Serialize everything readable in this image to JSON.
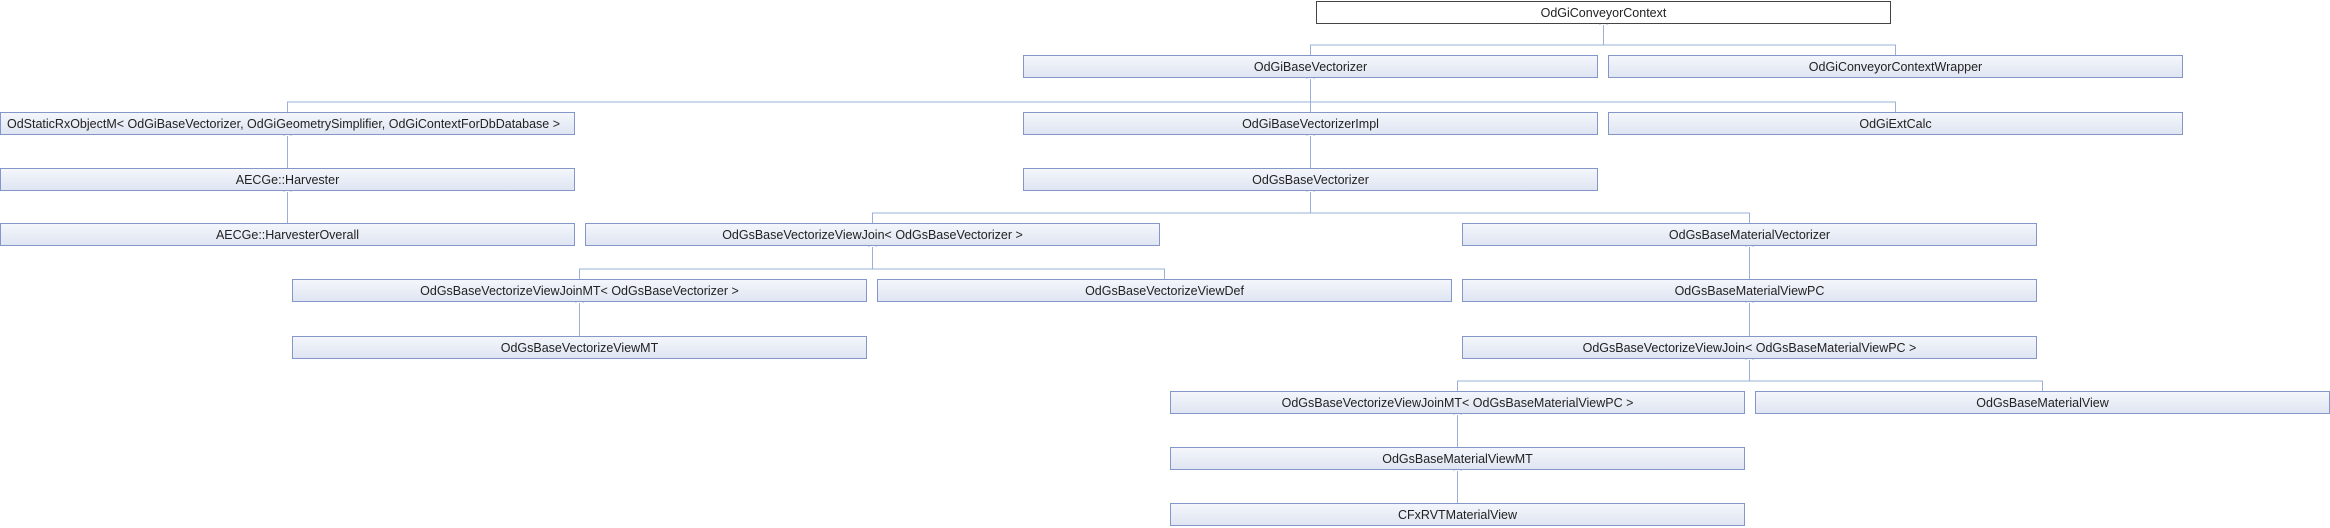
{
  "nodes": [
    {
      "id": "conveyor_context",
      "label": "OdGiConveyorContext"
    },
    {
      "id": "gi_base_vectorizer",
      "label": "OdGiBaseVectorizer"
    },
    {
      "id": "conveyor_context_wrapper",
      "label": "OdGiConveyorContextWrapper"
    },
    {
      "id": "static_rx_object",
      "label": "OdStaticRxObjectM< OdGiBaseVectorizer, OdGiGeometrySimplifier, OdGiContextForDbDatabase >"
    },
    {
      "id": "gi_base_vectorizer_impl",
      "label": "OdGiBaseVectorizerImpl"
    },
    {
      "id": "gi_ext_calc",
      "label": "OdGiExtCalc"
    },
    {
      "id": "harvester",
      "label": "AECGe::Harvester"
    },
    {
      "id": "gs_base_vectorizer",
      "label": "OdGsBaseVectorizer"
    },
    {
      "id": "harvester_overall",
      "label": "AECGe::HarvesterOverall"
    },
    {
      "id": "view_join",
      "label": "OdGsBaseVectorizeViewJoin< OdGsBaseVectorizer >"
    },
    {
      "id": "material_vectorizer",
      "label": "OdGsBaseMaterialVectorizer"
    },
    {
      "id": "view_join_mt",
      "label": "OdGsBaseVectorizeViewJoinMT< OdGsBaseVectorizer >"
    },
    {
      "id": "view_def",
      "label": "OdGsBaseVectorizeViewDef"
    },
    {
      "id": "material_view_pc",
      "label": "OdGsBaseMaterialViewPC"
    },
    {
      "id": "view_mt",
      "label": "OdGsBaseVectorizeViewMT"
    },
    {
      "id": "view_join_material_pc",
      "label": "OdGsBaseVectorizeViewJoin< OdGsBaseMaterialViewPC >"
    },
    {
      "id": "view_join_mt_material_pc",
      "label": "OdGsBaseVectorizeViewJoinMT< OdGsBaseMaterialViewPC >"
    },
    {
      "id": "material_view",
      "label": "OdGsBaseMaterialView"
    },
    {
      "id": "material_view_mt",
      "label": "OdGsBaseMaterialViewMT"
    },
    {
      "id": "cfx_rvt_material_view",
      "label": "CFxRVTMaterialView"
    }
  ],
  "edges": [
    [
      "gi_base_vectorizer",
      "conveyor_context"
    ],
    [
      "conveyor_context_wrapper",
      "conveyor_context"
    ],
    [
      "static_rx_object",
      "gi_base_vectorizer"
    ],
    [
      "gi_base_vectorizer_impl",
      "gi_base_vectorizer"
    ],
    [
      "gi_ext_calc",
      "gi_base_vectorizer"
    ],
    [
      "harvester",
      "static_rx_object"
    ],
    [
      "harvester_overall",
      "harvester"
    ],
    [
      "gs_base_vectorizer",
      "gi_base_vectorizer_impl"
    ],
    [
      "view_join",
      "gs_base_vectorizer"
    ],
    [
      "material_vectorizer",
      "gs_base_vectorizer"
    ],
    [
      "view_join_mt",
      "view_join"
    ],
    [
      "view_def",
      "view_join"
    ],
    [
      "view_mt",
      "view_join_mt"
    ],
    [
      "material_view_pc",
      "material_vectorizer"
    ],
    [
      "view_join_material_pc",
      "material_view_pc"
    ],
    [
      "view_join_mt_material_pc",
      "view_join_material_pc"
    ],
    [
      "material_view",
      "view_join_material_pc"
    ],
    [
      "material_view_mt",
      "view_join_mt_material_pc"
    ],
    [
      "cfx_rvt_material_view",
      "material_view_mt"
    ]
  ],
  "colors": {
    "edge": "#9ab0d8",
    "node_border": "#8497c8",
    "root_border": "#444444"
  }
}
